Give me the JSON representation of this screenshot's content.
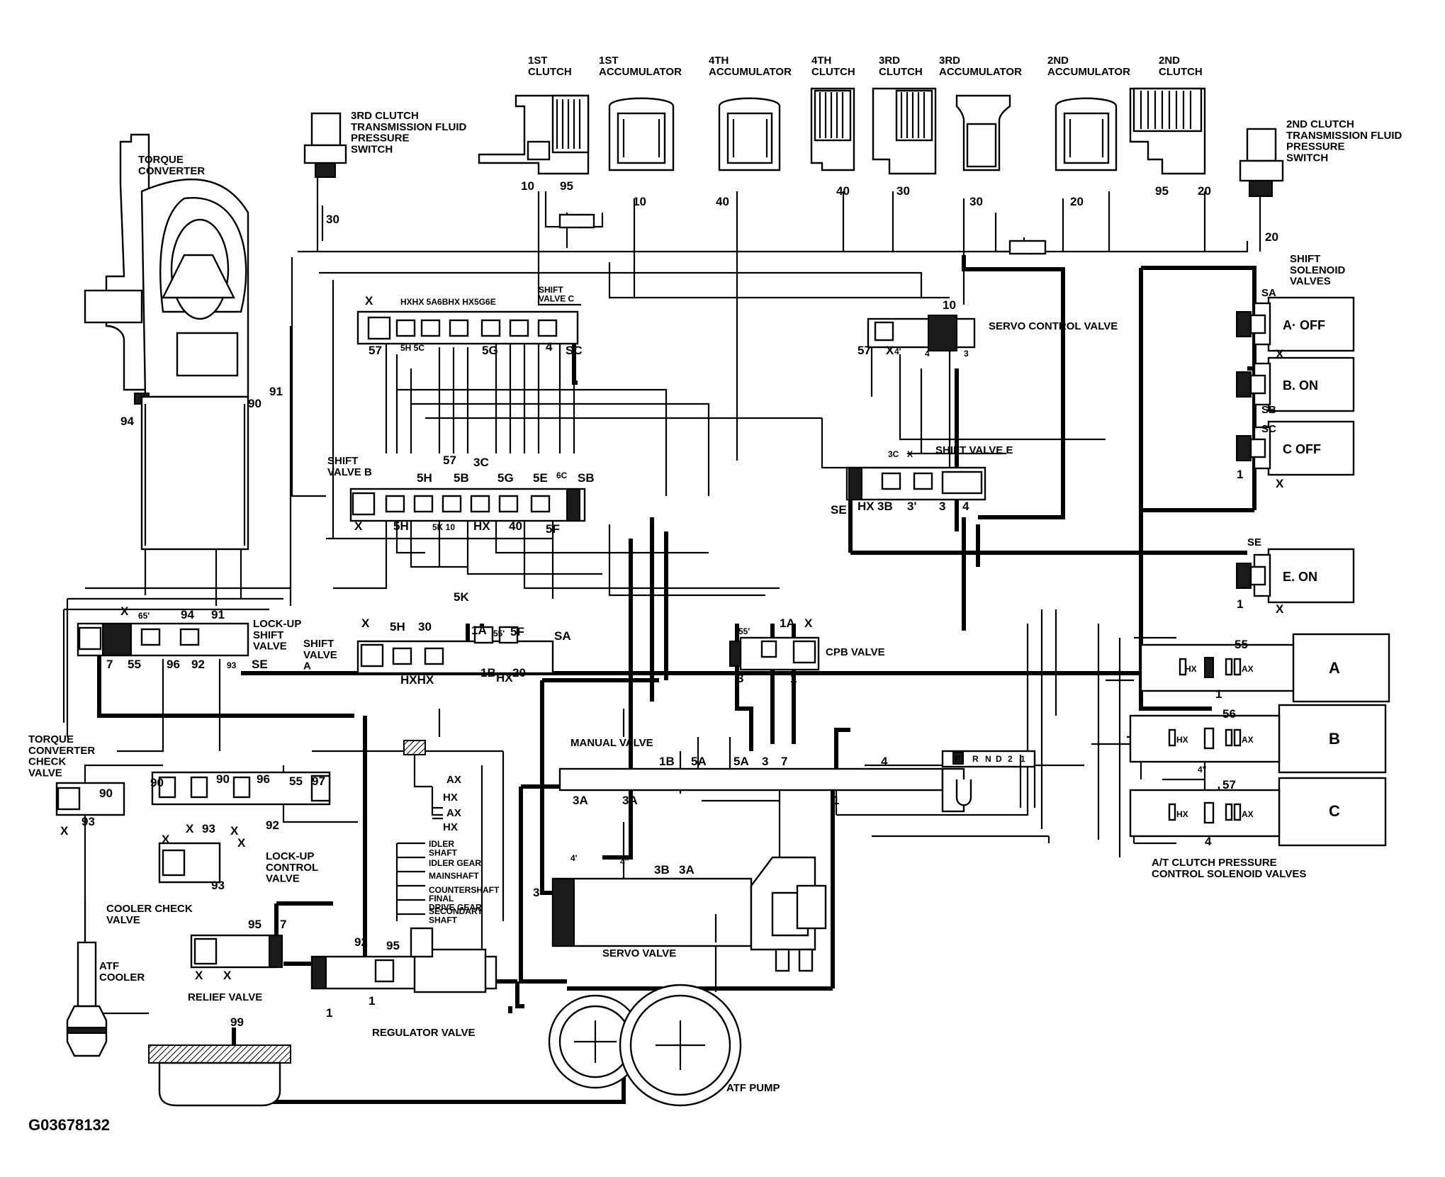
{
  "figure_id": "G03678132",
  "components": {
    "first_clutch": "1ST\nCLUTCH",
    "first_accumulator": "1ST\nACCUMULATOR",
    "fourth_accumulator": "4TH\nACCUMULATOR",
    "fourth_clutch": "4TH\nCLUTCH",
    "third_clutch": "3RD\nCLUTCH",
    "third_accumulator": "3RD\nACCUMULATOR",
    "second_accumulator": "2ND\nACCUMULATOR",
    "second_clutch": "2ND\nCLUTCH",
    "third_clutch_switch": "3RD CLUTCH\nTRANSMISSION FLUID\nPRESSURE\nSWITCH",
    "second_clutch_switch": "2ND CLUTCH\nTRANSMISSION FLUID\nPRESSURE\nSWITCH",
    "torque_converter": "TORQUE\nCONVERTER",
    "shift_solenoid_valves": "SHIFT\nSOLENOID\nVALVES",
    "servo_control_valve": "SERVO CONTROL VALVE",
    "shift_valve_c": "SHIFT\nVALVE C",
    "shift_valve_b": "SHIFT\nVALVE B",
    "shift_valve_e": "SHIFT VALVE E",
    "shift_valve_a": "SHIFT\nVALVE\nA",
    "lockup_shift_valve": "LOCK-UP\nSHIFT\nVALVE",
    "cpb_valve": "CPB VALVE",
    "manual_valve": "MANUAL VALVE",
    "torque_converter_check_valve": "TORQUE\nCONVERTER\nCHECK\nVALVE",
    "lockup_control_valve": "LOCK-UP\nCONTROL\nVALVE",
    "cooler_check_valve": "COOLER CHECK\nVALVE",
    "atf_cooler": "ATF\nCOOLER",
    "relief_valve": "RELIEF VALVE",
    "regulator_valve": "REGULATOR VALVE",
    "servo_valve": "SERVO VALVE",
    "atf_pump": "ATF PUMP",
    "at_clutch_solenoids": "A/T CLUTCH PRESSURE\nCONTROL SOLENOID VALVES"
  },
  "solenoids": [
    {
      "id": "SA",
      "state": "A· OFF"
    },
    {
      "id": "SB",
      "state": "B. ON"
    },
    {
      "id": "SC",
      "state": "C  OFF"
    },
    {
      "id": "SE",
      "state": "E. ON"
    }
  ],
  "pressure_solenoids": [
    "A",
    "B",
    "C"
  ],
  "legend": {
    "items": [
      "AX",
      "HX",
      "AX",
      "HX"
    ],
    "shafts": [
      "IDLER\nSHAFT",
      "IDLER GEAR",
      "MAINSHAFT",
      "COUNTERSHAFT",
      "FINAL\nDRIVE GEAR",
      "SECONDARY\nSHAFT"
    ]
  },
  "manual_positions": [
    "P",
    "R",
    "N",
    "D",
    "2",
    "1"
  ],
  "labels": {
    "x": "X",
    "hx": "HX",
    "ax": "AX",
    "hxhx": "HXHX",
    "sa": "SA",
    "sb": "SB",
    "sc": "SC",
    "se": "SE",
    "sh_hx": "HXHX",
    "l10": "10",
    "l20": "20",
    "l30": "30",
    "l40": "40",
    "l95": "95",
    "l1": "1",
    "l3": "3",
    "l4": "4",
    "l7": "7",
    "l90": "90",
    "l91": "91",
    "l92": "92",
    "l93": "93",
    "l94": "94",
    "l96": "96",
    "l97": "97",
    "l99": "99",
    "l55": "55",
    "l56": "56",
    "l57": "57",
    "l55p": "55'",
    "l65p": "65'",
    "l1a": "1A",
    "l1b": "1B",
    "l3a": "3A",
    "l3b": "3B",
    "l3c": "3C",
    "l3p": "3'",
    "l4p": "4'",
    "l4pp": "4''",
    "l5a": "5A",
    "l5b": "5B",
    "l5e": "5E",
    "l5f": "5F",
    "l5g": "5G",
    "l5h": "5H",
    "l5k": "5K",
    "l5c": "5C",
    "l6c": "6C",
    "l5k10": "5K 10",
    "sv_c_top": "HXHX   5A6BHX HX5G6E",
    "sv_c_nums": "5H 5C"
  }
}
